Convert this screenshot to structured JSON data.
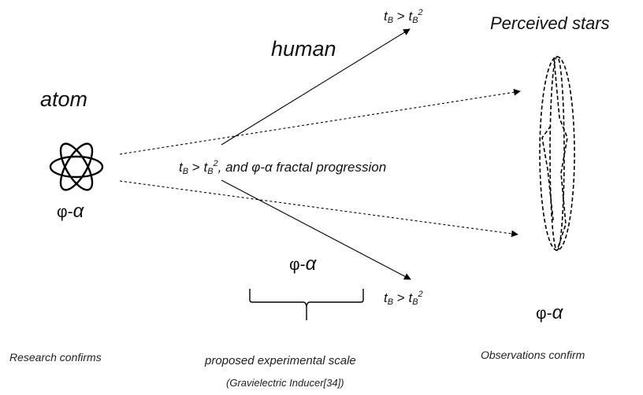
{
  "labels": {
    "atom": "atom",
    "human": "human",
    "perceived_stars": "Perceived stars",
    "phi_alpha": "φ-α",
    "research_confirms": "Research confirms",
    "proposed_scale": "proposed experimental scale",
    "gravielectric": "(Gravielectric Inducer[34])",
    "observations_confirm": "Observations confirm",
    "fractal_suffix": ", and φ-α fractal progression"
  },
  "relation": {
    "t": "t",
    "sub": "B",
    "gt": " > ",
    "sup": "2"
  }
}
